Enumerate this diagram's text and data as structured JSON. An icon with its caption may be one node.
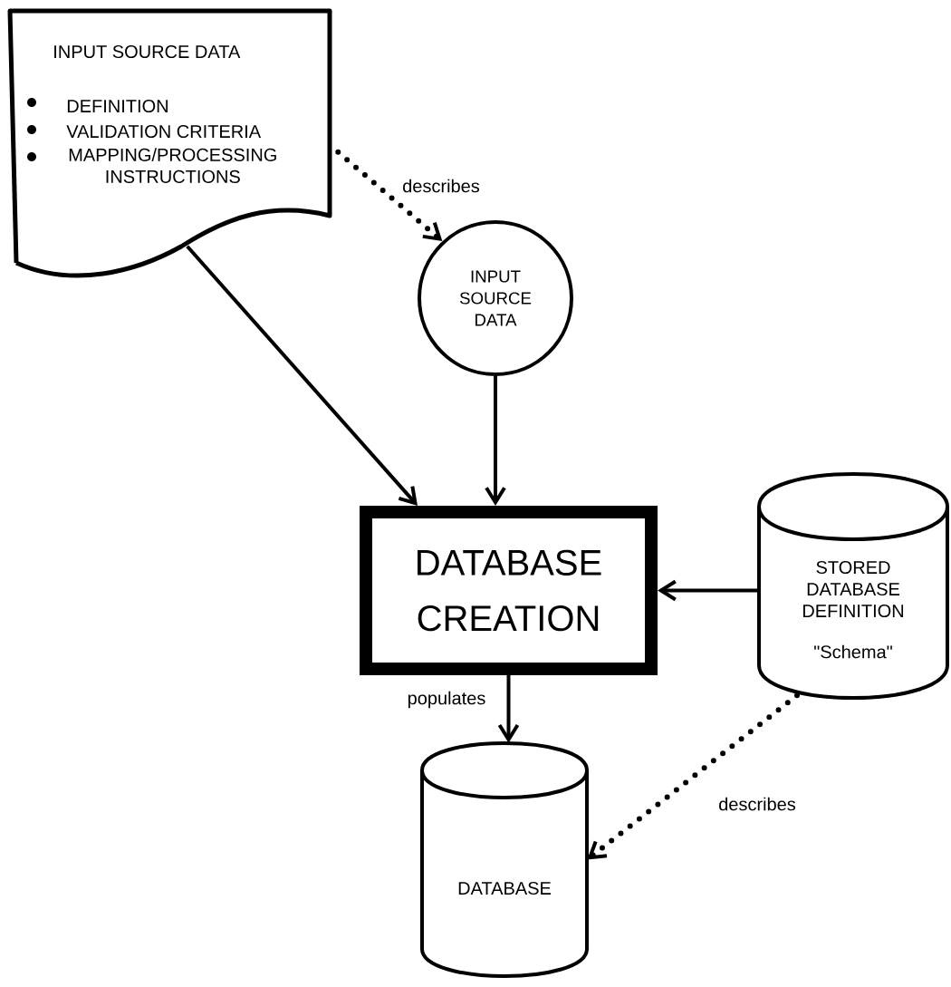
{
  "diagram": {
    "nodes": [
      {
        "text": [
          "INPUT SOURCE DATA",
          "DEFINITION",
          "VALIDATION CRITERIA",
          "MAPPING/PROCESSING INSTRUCTIONS"
        ]
      },
      {
        "text": [
          "INPUT SOURCE DATA"
        ]
      },
      {
        "text": [
          "DATABASE CREATION"
        ]
      },
      {
        "text": [
          "STORED DATABASE DEFINITION",
          "\"Schema\""
        ]
      },
      {
        "text": [
          "DATABASE"
        ]
      }
    ],
    "edges": [
      {
        "from": 0,
        "to": 1,
        "arrow": "to",
        "label": "describes",
        "style": "dashed"
      },
      {
        "from": 0,
        "to": 2,
        "arrow": "to"
      },
      {
        "from": 1,
        "to": 2,
        "arrow": "to"
      },
      {
        "from": 3,
        "to": 2,
        "arrow": "to"
      },
      {
        "from": 2,
        "to": 4,
        "arrow": "to",
        "label": "populates"
      },
      {
        "from": 3,
        "to": 4,
        "arrow": "to",
        "label": "describes",
        "style": "dashed"
      }
    ]
  }
}
